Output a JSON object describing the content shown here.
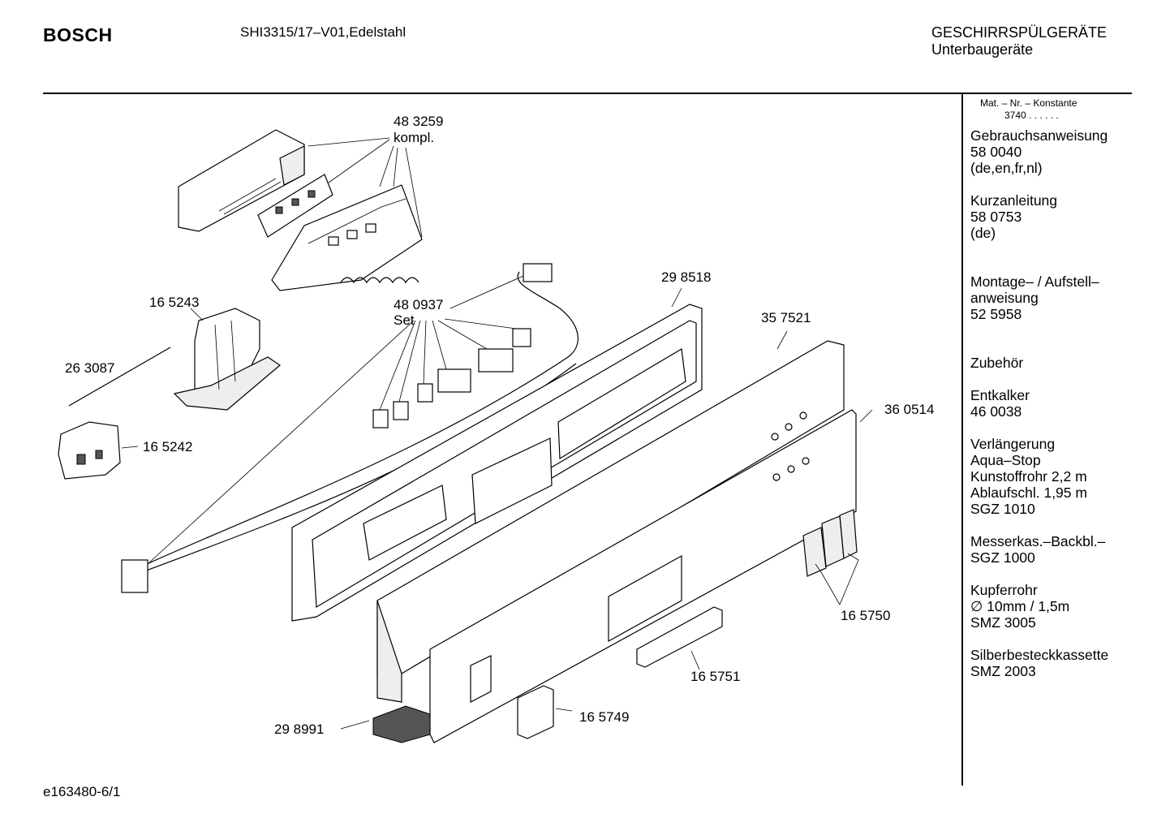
{
  "header": {
    "brand": "BOSCH",
    "model": "SHI3315/17–V01,Edelstahl",
    "category": "GESCHIRRSPÜLGERÄTE",
    "subcategory": "Unterbaugeräte"
  },
  "footer": {
    "code": "e163480-6/1"
  },
  "diagram_labels": {
    "p483259": "48 3259",
    "p483259_sub": "kompl.",
    "p165243": "16 5243",
    "p480937": "48 0937",
    "p480937_sub": "Set",
    "p298518": "29 8518",
    "p357521": "35 7521",
    "p263087": "26 3087",
    "p165242": "16 5242",
    "p360514": "36 0514",
    "p165750": "16 5750",
    "p165751": "16 5751",
    "p165749": "16 5749",
    "p298991": "29 8991"
  },
  "sidebar": {
    "matnr_label": "Mat. – Nr. – Konstante",
    "matnr_value": "3740 .  .  .  .  .  .",
    "entries": [
      {
        "lines": [
          "Gebrauchsanweisung",
          "58 0040",
          "(de,en,fr,nl)"
        ]
      },
      {
        "lines": [
          "Kurzanleitung",
          "58 0753",
          "(de)"
        ]
      },
      {
        "lines": [
          "Montage– / Aufstell–",
          "anweisung",
          "52 5958"
        ]
      },
      {
        "lines": [
          "Zubehör"
        ]
      },
      {
        "lines": [
          "Entkalker",
          "46 0038"
        ]
      },
      {
        "lines": [
          "Verlängerung",
          "Aqua–Stop",
          "Kunstoffrohr 2,2 m",
          "Ablaufschl. 1,95 m",
          "SGZ 1010"
        ]
      },
      {
        "lines": [
          "Messerkas.–Backbl.–",
          "SGZ 1000"
        ]
      },
      {
        "lines": [
          "Kupferrohr",
          "∅ 10mm / 1,5m",
          "SMZ 3005"
        ]
      },
      {
        "lines": [
          "Silberbesteckkassette",
          "SMZ 2003"
        ]
      }
    ]
  }
}
